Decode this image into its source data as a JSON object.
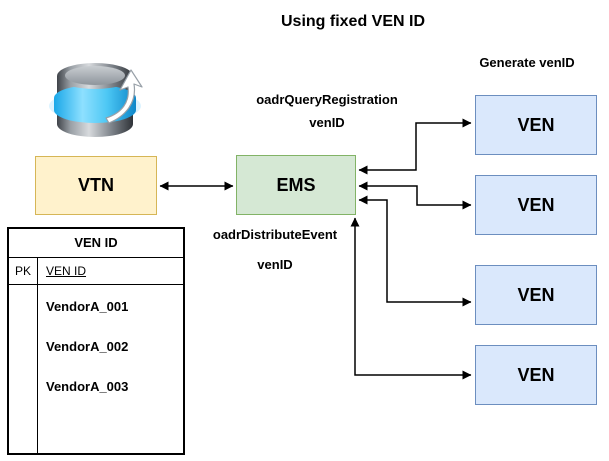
{
  "title": "Using fixed VEN ID",
  "labels": {
    "generate_venid": "Generate venID",
    "oadr_query_registration": "oadrQueryRegistration",
    "query_venid": "venID",
    "oadr_distribute_event": "oadrDistributeEvent",
    "distribute_venid": "venID"
  },
  "nodes": {
    "vtn": {
      "label": "VTN",
      "fill": "#FFF2CC",
      "border": "#D6B656"
    },
    "ems": {
      "label": "EMS",
      "fill": "#D5E8D4",
      "border": "#82B366"
    },
    "vens": [
      {
        "label": "VEN"
      },
      {
        "label": "VEN"
      },
      {
        "label": "VEN"
      },
      {
        "label": "VEN"
      }
    ],
    "ven_style": {
      "fill": "#DAE8FC",
      "border": "#6C8EBF"
    }
  },
  "icons": {
    "database": "database-sync-icon"
  },
  "table": {
    "title": "VEN ID",
    "pk": "PK",
    "key": "VEN ID",
    "rows": [
      "VendorA_001",
      "VendorA_002",
      "VendorA_003"
    ]
  },
  "connector_color": "#000000"
}
